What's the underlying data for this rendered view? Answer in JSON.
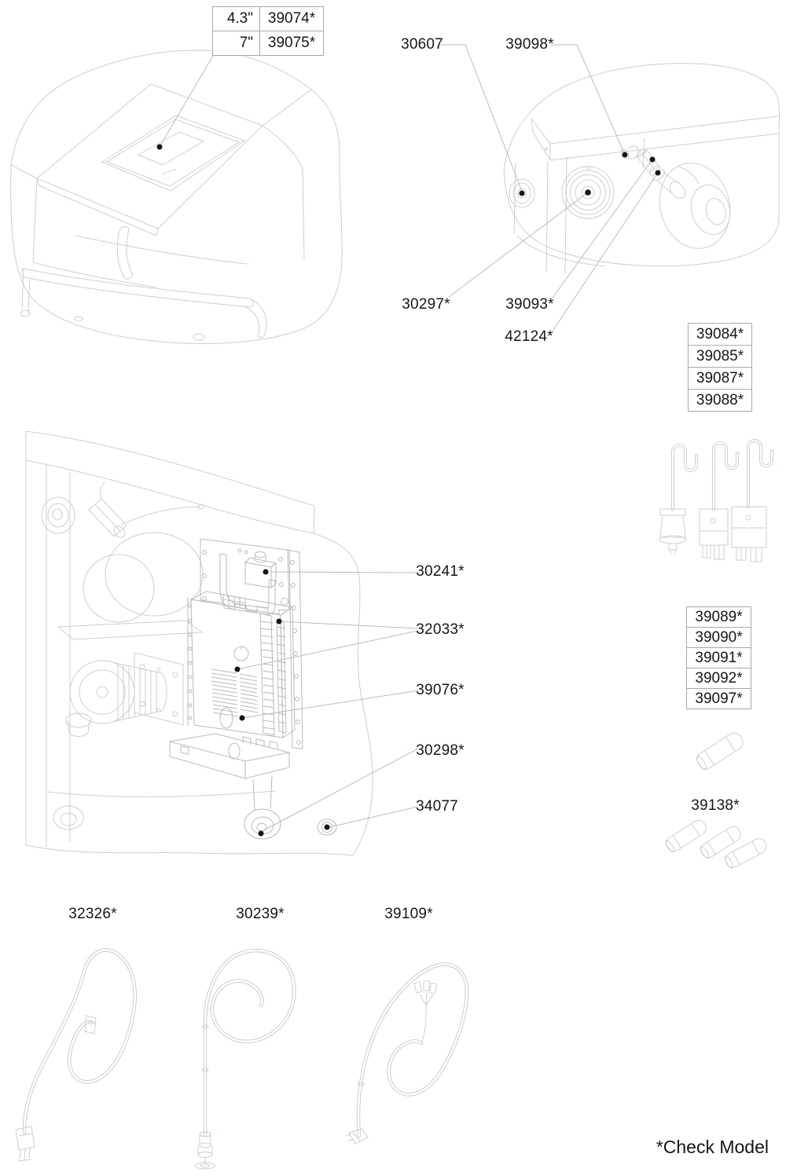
{
  "page": {
    "footnote": "*Check Model"
  },
  "size_table": {
    "rows": [
      [
        "4.3\"",
        "39074*"
      ],
      [
        "7\"",
        "39075*"
      ]
    ]
  },
  "cord_table": {
    "parts": [
      "39084*",
      "39085*",
      "39087*",
      "39088*"
    ]
  },
  "fuse_table": {
    "parts": [
      "39089*",
      "39090*",
      "39091*",
      "39092*",
      "39097*"
    ]
  },
  "callouts": {
    "c30607": "30607",
    "c39098": "39098*",
    "c30297": "30297*",
    "c39093": "39093*",
    "c42124": "42124*",
    "c30241": "30241*",
    "c32033": "32033*",
    "c39076": "39076*",
    "c30298": "30298*",
    "c34077": "34077",
    "c32326": "32326*",
    "c30239": "30239*",
    "c39109": "39109*",
    "c39138": "39138*"
  }
}
